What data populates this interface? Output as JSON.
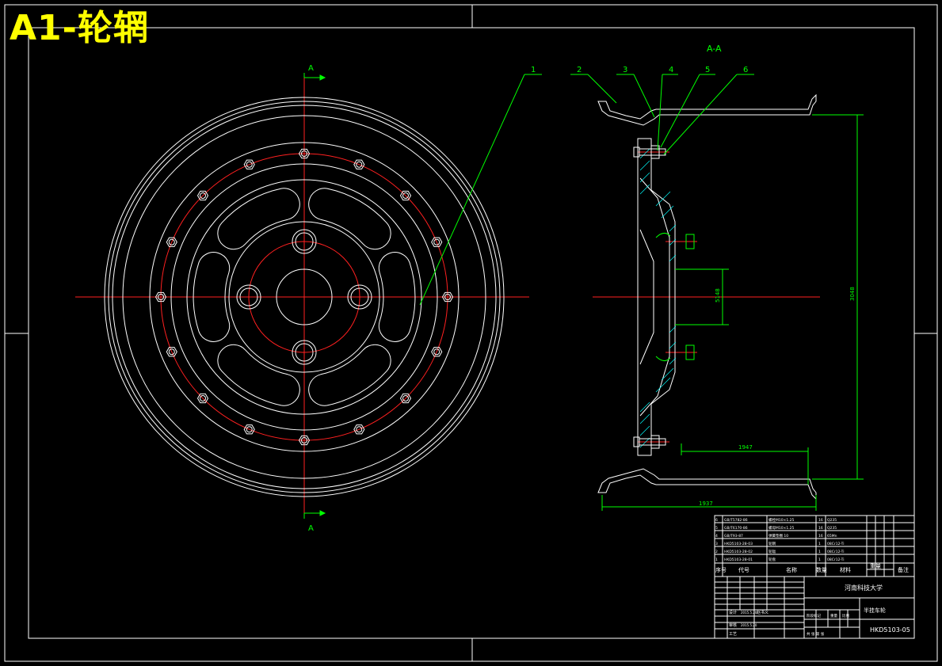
{
  "title": "A1-轮辋",
  "section_marker": "A",
  "section_view_label": "A-A",
  "balloons": [
    "1",
    "2",
    "3",
    "4",
    "5",
    "6"
  ],
  "dimensions": {
    "d1": "5148",
    "d2": "3048",
    "d3": "1947",
    "d4": "1937"
  },
  "bom": {
    "rows": [
      {
        "no": "6",
        "code": "GB/T5782-86",
        "name": "螺栓M10×1.25",
        "qty": "16",
        "material": "Q235"
      },
      {
        "no": "5",
        "code": "GB/T6170-86",
        "name": "螺母M10×1.25",
        "qty": "16",
        "material": "Q235"
      },
      {
        "no": "4",
        "code": "GB/T93-87",
        "name": "弹簧垫圈 10",
        "qty": "16",
        "material": "65Mn"
      },
      {
        "no": "3",
        "code": "HKD5103-28-03",
        "name": "轮辋",
        "qty": "1",
        "material": "08Cr12-Ti"
      },
      {
        "no": "2",
        "code": "HKD5103-28-02",
        "name": "轮辐",
        "qty": "1",
        "material": "08Cr12-Ti"
      },
      {
        "no": "1",
        "code": "HKD5103-28-01",
        "name": "轮盘",
        "qty": "1",
        "material": "08Cr12-Ti"
      }
    ],
    "header": {
      "no": "序号",
      "code": "代号",
      "name": "名称",
      "qty": "数量",
      "material": "材料",
      "weight": "重量",
      "remark": "备注"
    }
  },
  "title_block": {
    "school": "河南科技大学",
    "drawing_name": "半挂车轮",
    "drawing_no": "HKD5103-05",
    "designer_label": "设计",
    "designer": "赵书义",
    "designer_date": "2015.5.20",
    "checker_label": "审核",
    "checker_date": "2015.5.20",
    "approver_label": "工艺",
    "stage_label": "阶段标记",
    "weight_label": "重量",
    "scale_label": "比例",
    "sheet_label": "共 张 第 张"
  }
}
